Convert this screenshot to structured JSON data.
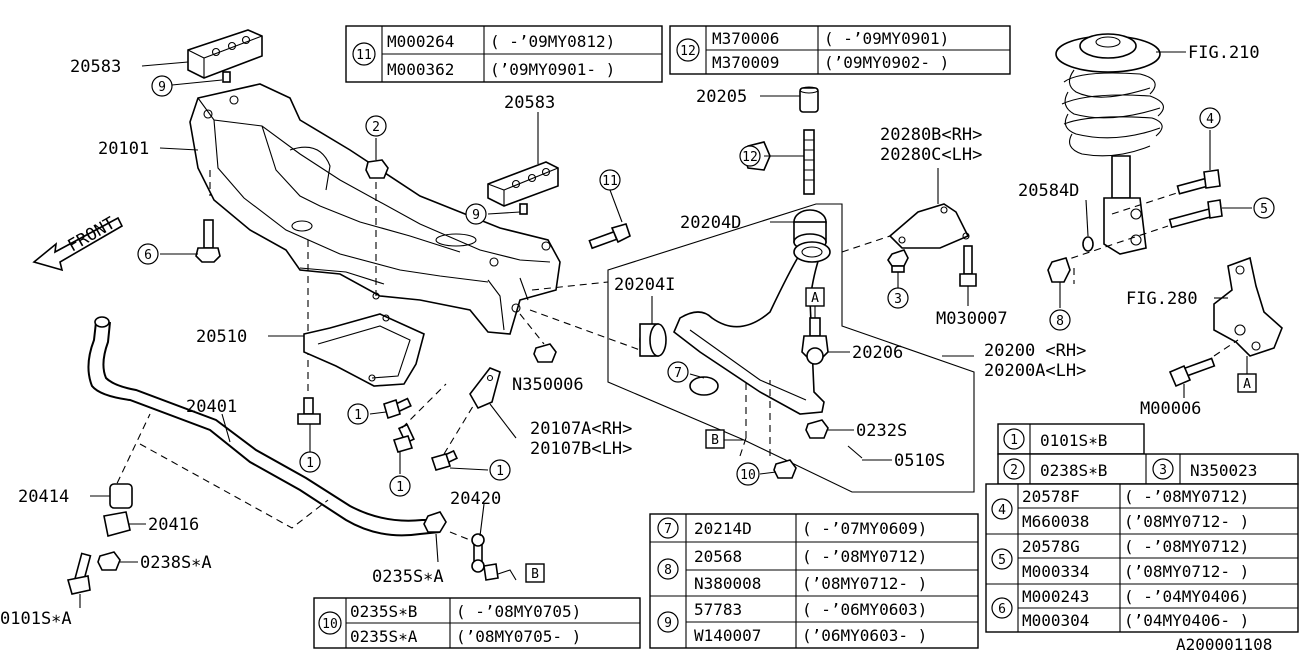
{
  "diagram_id": "A200001108",
  "callouts": {
    "c20583_top": "20583",
    "c20583_mid": "20583",
    "c20101": "20101",
    "c20510": "20510",
    "c20401": "20401",
    "c20414": "20414",
    "c20416": "20416",
    "c0238sA": "0238S∗A",
    "c0101sA": "0101S∗A",
    "c20420": "20420",
    "c0235sA": "0235S∗A",
    "cN350006": "N350006",
    "c20107a": "20107A<RH>",
    "c20107b": "20107B<LH>",
    "c20205": "20205",
    "c20204d": "20204D",
    "c20204i": "20204I",
    "c20206": "20206",
    "c0232s": "0232S",
    "c0510s": "0510S",
    "c20200": "20200  <RH>",
    "c20200a": "20200A<LH>",
    "c20280b": "20280B<RH>",
    "c20280c": "20280C<LH>",
    "cM030007": "M030007",
    "c20584d": "20584D",
    "cfig210": "FIG.210",
    "cfig280": "FIG.280",
    "cM00006": "M00006",
    "front": "FRONT"
  },
  "refs": {
    "n1": "1",
    "n2": "2",
    "n3": "3",
    "n4": "4",
    "n5": "5",
    "n6": "6",
    "n7": "7",
    "n8": "8",
    "n9": "9",
    "n10": "10",
    "n11": "11",
    "n12": "12",
    "boxA": "A",
    "boxB": "B"
  },
  "table_11": {
    "ref": "11",
    "rows": [
      {
        "part": "M000264",
        "range": "( -’09MY0812)"
      },
      {
        "part": "M000362",
        "range": "(’09MY0901- )"
      }
    ]
  },
  "table_12": {
    "ref": "12",
    "rows": [
      {
        "part": "M370006",
        "range": "( -’09MY0901)"
      },
      {
        "part": "M370009",
        "range": "(’09MY0902- )"
      }
    ]
  },
  "table_10": {
    "ref": "10",
    "rows": [
      {
        "part": "0235S∗B",
        "range": "( -’08MY0705)"
      },
      {
        "part": "0235S∗A",
        "range": "(’08MY0705- )"
      }
    ]
  },
  "table_789": {
    "groups": [
      {
        "ref": "7",
        "rows": [
          {
            "part": "20214D",
            "range": "( -’07MY0609)"
          }
        ]
      },
      {
        "ref": "8",
        "rows": [
          {
            "part": "20568",
            "range": "( -’08MY0712)"
          },
          {
            "part": "N380008",
            "range": "(’08MY0712- )"
          }
        ]
      },
      {
        "ref": "9",
        "rows": [
          {
            "part": "57783",
            "range": "( -’06MY0603)"
          },
          {
            "part": "W140007",
            "range": "(’06MY0603- )"
          }
        ]
      }
    ]
  },
  "table_123": {
    "r1_ref": "1",
    "r1_part": "0101S∗B",
    "r2_ref": "2",
    "r2_part": "0238S∗B",
    "r3_ref": "3",
    "r3_part": "N350023"
  },
  "table_456": {
    "groups": [
      {
        "ref": "4",
        "rows": [
          {
            "part": "20578F",
            "range": "( -’08MY0712)"
          },
          {
            "part": "M660038",
            "range": "(’08MY0712- )"
          }
        ]
      },
      {
        "ref": "5",
        "rows": [
          {
            "part": "20578G",
            "range": "( -’08MY0712)"
          },
          {
            "part": "M000334",
            "range": "(’08MY0712- )"
          }
        ]
      },
      {
        "ref": "6",
        "rows": [
          {
            "part": "M000243",
            "range": "( -’04MY0406)"
          },
          {
            "part": "M000304",
            "range": "(’04MY0406- )"
          }
        ]
      }
    ]
  }
}
